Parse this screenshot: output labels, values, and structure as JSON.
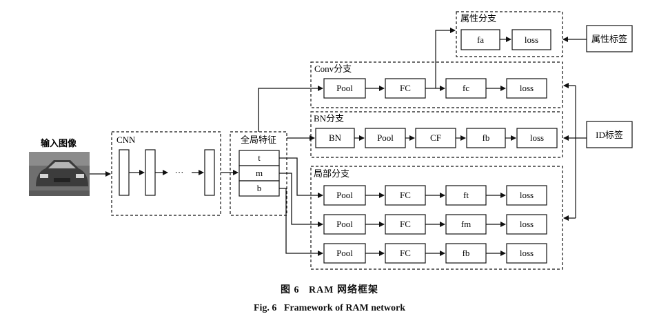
{
  "input": {
    "label": "输入图像"
  },
  "cnn": {
    "title": "CNN",
    "ellipsis": "···"
  },
  "global_feature": {
    "title": "全局特征",
    "parts": [
      "t",
      "m",
      "b"
    ]
  },
  "attribute_branch": {
    "title": "属性分支",
    "nodes": [
      "fa",
      "loss"
    ],
    "label_box": "属性标签"
  },
  "conv_branch": {
    "title": "Conv分支",
    "nodes": [
      "Pool",
      "FC",
      "fc",
      "loss"
    ]
  },
  "bn_branch": {
    "title": "BN分支",
    "nodes": [
      "BN",
      "Pool",
      "CF",
      "fb",
      "loss"
    ]
  },
  "local_branch": {
    "title": "局部分支",
    "rows": [
      [
        "Pool",
        "FC",
        "ft",
        "loss"
      ],
      [
        "Pool",
        "FC",
        "fm",
        "loss"
      ],
      [
        "Pool",
        "FC",
        "fb",
        "loss"
      ]
    ]
  },
  "id_label": "ID标签",
  "caption": {
    "zh_num": "图 6",
    "zh_text": "RAM 网络框架",
    "en_num": "Fig. 6",
    "en_text": "Framework of RAM network"
  },
  "colors": {
    "stroke": "#111111",
    "car_dark": "#4a4a4a",
    "car_light": "#9a9a9a"
  }
}
